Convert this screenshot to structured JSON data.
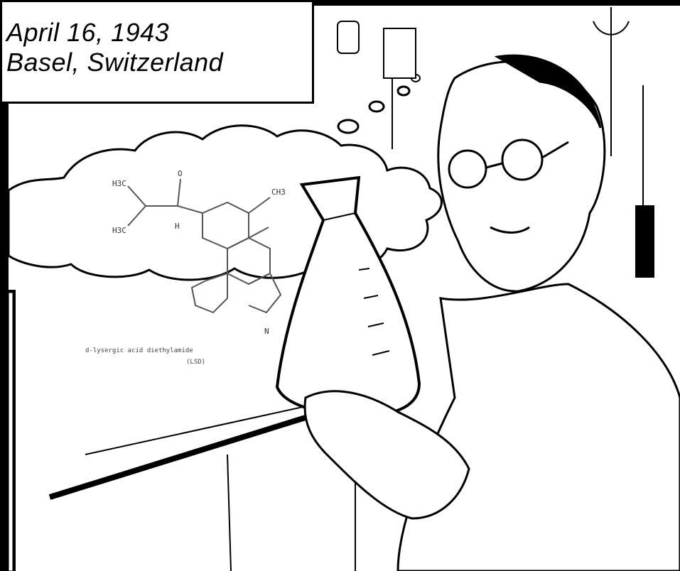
{
  "caption": {
    "line1": "April 16, 1943",
    "line2": "Basel, Switzerland"
  },
  "molecule": {
    "name": "d-lysergic acid diethylamide",
    "abbrev": "(LSD)",
    "atoms": [
      "H3C",
      "H3C",
      "O",
      "N",
      "CH3",
      "H"
    ]
  },
  "colors": {
    "background": "#ffffff",
    "ink": "#000000",
    "bond": "#555555"
  }
}
